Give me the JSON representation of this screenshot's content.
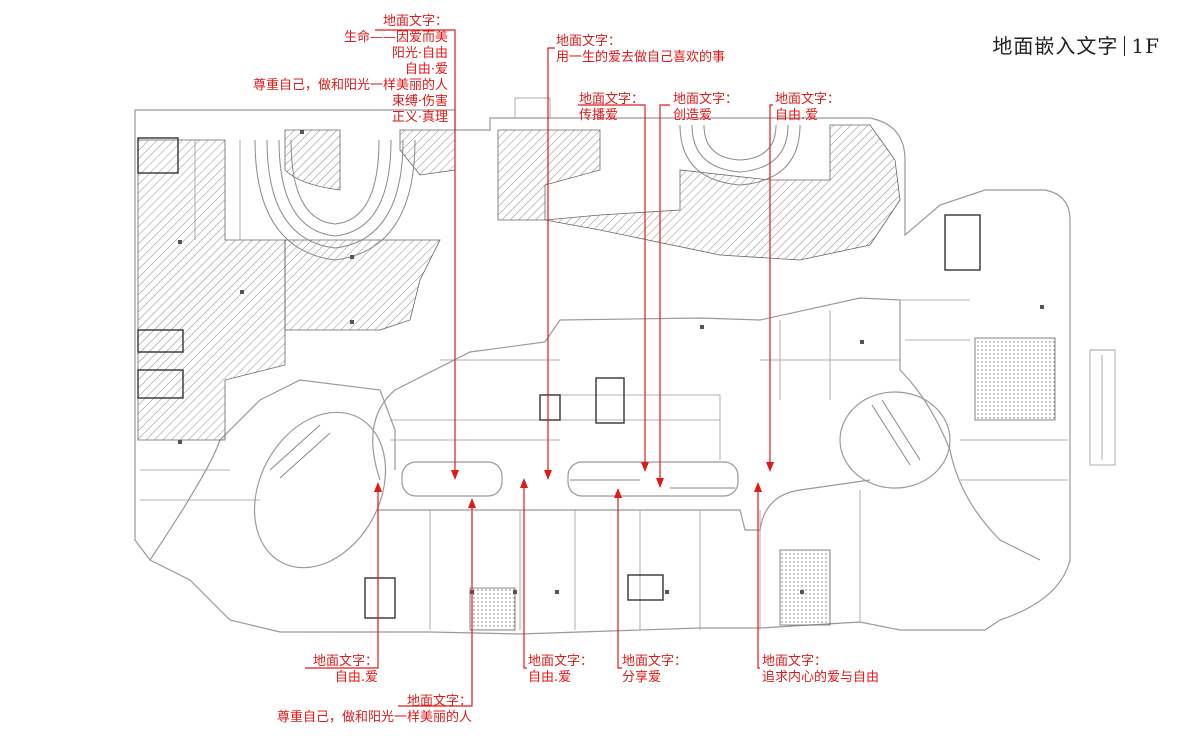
{
  "title": {
    "text": "地面嵌入文字",
    "floor": "1F"
  },
  "colors": {
    "annotation": "#e01a1a",
    "plan_line": "#9a9a9a",
    "plan_dark": "#444444",
    "hatch": "#8a8a8a"
  },
  "annotations": {
    "top_left": {
      "heading": "地面文字：",
      "lines": [
        "生命——因爱而美",
        "阳光·自由",
        "自由·爱",
        "尊重自己，做和阳光一样美丽的人",
        "束缚·伤害",
        "正义·真理"
      ]
    },
    "top_mid": {
      "heading": "地面文字：",
      "lines": [
        "用一生的爱去做自己喜欢的事"
      ]
    },
    "top_b": {
      "heading": "地面文字：",
      "lines": [
        "传播爱"
      ]
    },
    "top_c": {
      "heading": "地面文字：",
      "lines": [
        "创造爱"
      ]
    },
    "top_d": {
      "heading": "地面文字：",
      "lines": [
        "自由.爱"
      ]
    },
    "bottom_a": {
      "heading": "地面文字：",
      "lines": [
        "自由.爱"
      ]
    },
    "bottom_b": {
      "heading": "地面文字：",
      "lines": [
        "尊重自己，做和阳光一样美丽的人"
      ]
    },
    "bottom_c": {
      "heading": "地面文字：",
      "lines": [
        "自由.爱"
      ]
    },
    "bottom_d": {
      "heading": "地面文字：",
      "lines": [
        "分享爱"
      ]
    },
    "bottom_e": {
      "heading": "地面文字：",
      "lines": [
        "追求内心的爱与自由"
      ]
    }
  }
}
